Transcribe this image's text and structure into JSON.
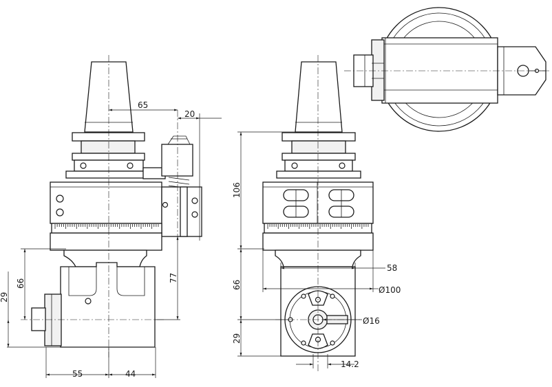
{
  "drawing": {
    "dimensions": {
      "d65": "65",
      "d20": "20",
      "d106": "106",
      "d66_left": "66",
      "d29_left": "29",
      "d77": "77",
      "d55": "55",
      "d44": "44",
      "d58": "58",
      "d100": "Ø100",
      "d16": "Ø16",
      "d66_mid": "66",
      "d29_mid": "29",
      "d14_2": "14.2"
    },
    "scale_ticks": 48
  }
}
